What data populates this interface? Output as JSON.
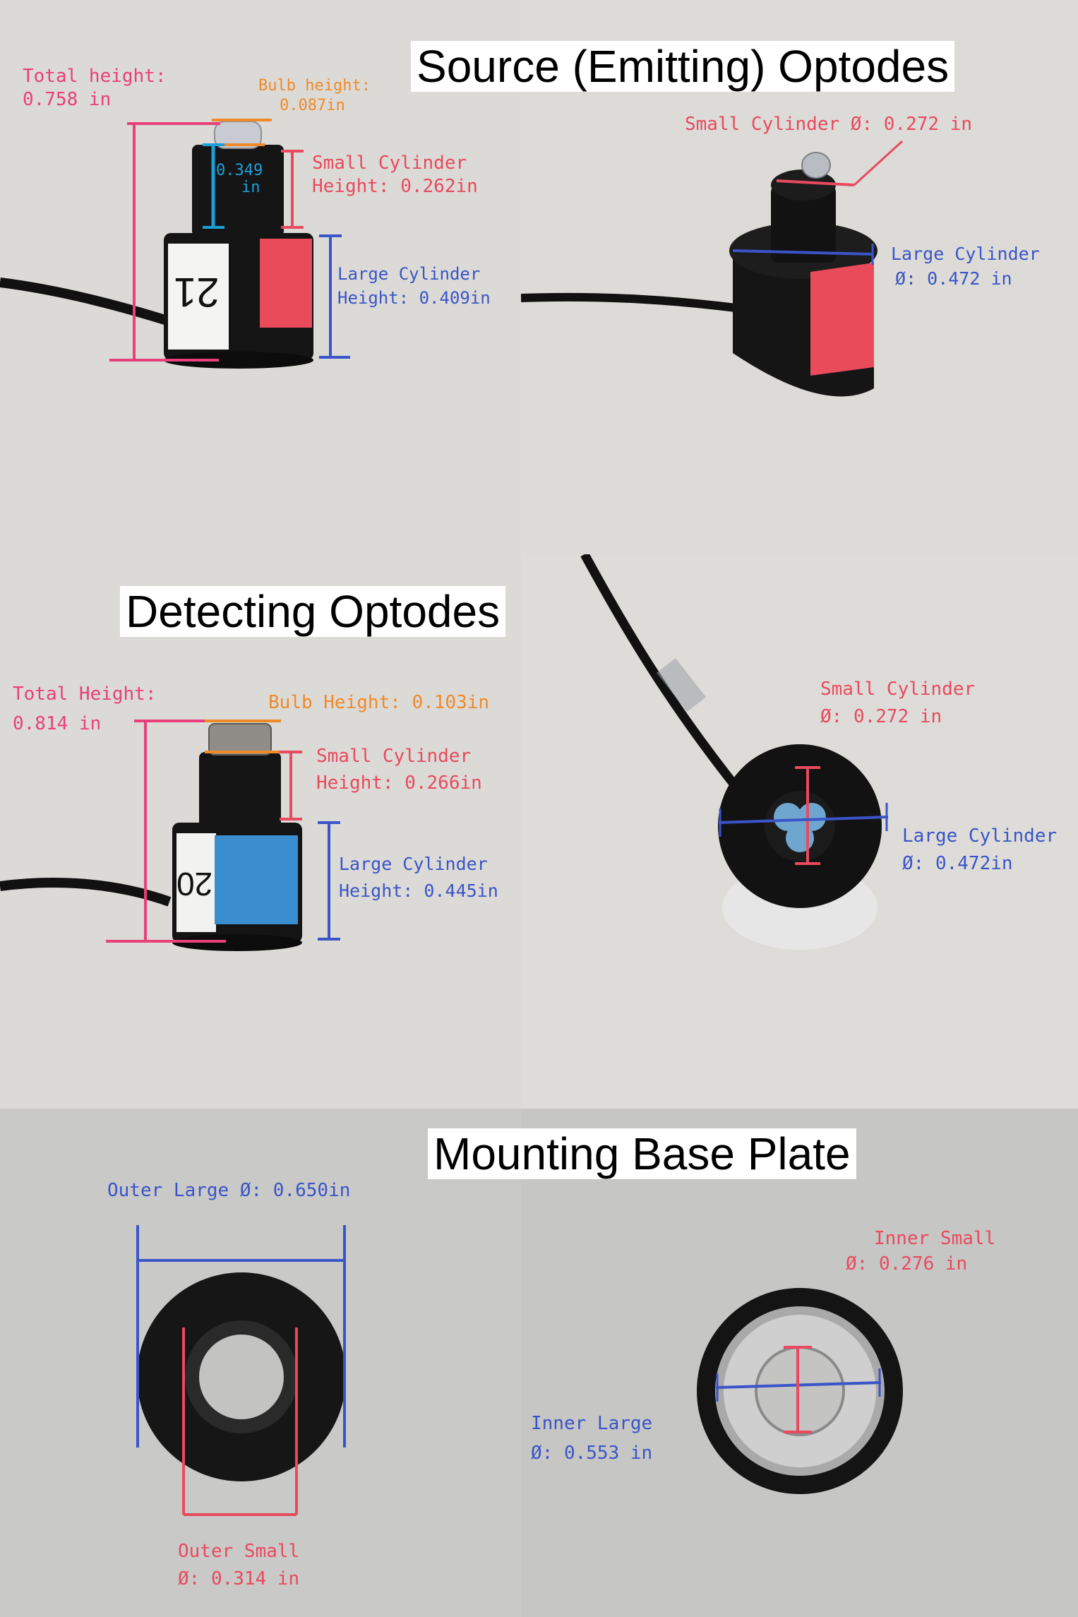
{
  "sections": {
    "source_title": "Source (Emitting) Optodes",
    "detecting_title": "Detecting Optodes",
    "base_title": "Mounting Base Plate"
  },
  "source_side": {
    "total_height_label": "Total height:",
    "total_height_value": "0.758 in",
    "bulb_height_label": "Bulb height:",
    "bulb_height_value": "0.087in",
    "inner_value": "0.349",
    "inner_unit": "in",
    "small_cyl_label": "Small Cylinder",
    "small_cyl_value": "Height: 0.262in",
    "large_cyl_label": "Large Cylinder",
    "large_cyl_value": "Height: 0.409in",
    "label_number": "21"
  },
  "source_top": {
    "small_cyl": "Small Cylinder Ø: 0.272 in",
    "large_cyl_label": "Large Cylinder",
    "large_cyl_value": "Ø: 0.472 in"
  },
  "detect_side": {
    "total_height_label": "Total Height:",
    "total_height_value": "0.814 in",
    "bulb_height": "Bulb Height: 0.103in",
    "small_cyl_label": "Small Cylinder",
    "small_cyl_value": "Height: 0.266in",
    "large_cyl_label": "Large Cylinder",
    "large_cyl_value": "Height: 0.445in",
    "label_number": "20"
  },
  "detect_top": {
    "small_cyl_label": "Small Cylinder",
    "small_cyl_value": "Ø: 0.272 in",
    "large_cyl_label": "Large Cylinder",
    "large_cyl_value": "Ø: 0.472in"
  },
  "base_front": {
    "outer_large": "Outer Large Ø: 0.650in",
    "outer_small_label": "Outer Small",
    "outer_small_value": "Ø: 0.314 in"
  },
  "base_back": {
    "inner_small_label": "Inner Small",
    "inner_small_value": "Ø: 0.276 in",
    "inner_large_label": "Inner Large",
    "inner_large_value": "Ø: 0.553 in"
  }
}
